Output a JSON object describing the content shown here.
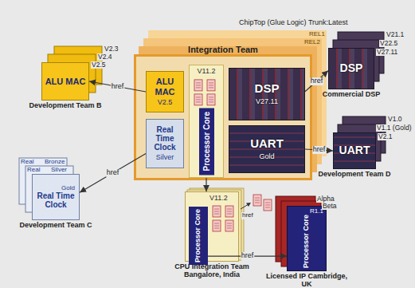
{
  "diagram": {
    "nodes": [
      {
        "text": [
          "Integration Team"
        ]
      },
      {
        "text": [
          "ALU MAC",
          "V2.5"
        ],
        "in": 0
      },
      {
        "text": [
          "Real Time Clock",
          "Silver"
        ],
        "in": 0
      },
      {
        "text": [
          "Processor Core",
          "V11.2"
        ],
        "in": 0
      },
      {
        "text": [
          "DSP",
          "V27.11"
        ],
        "in": 0
      },
      {
        "text": [
          "UART",
          "Gold"
        ],
        "in": 0
      },
      {
        "text": [
          "ALU MAC",
          "Development Team B"
        ]
      },
      {
        "text": [
          "Gold",
          "Real Time Clock",
          "Development Team C"
        ]
      },
      {
        "text": [
          "DSP",
          "Commercial DSP"
        ]
      },
      {
        "text": [
          "UART",
          "Development Team D"
        ]
      },
      {
        "text": [
          "V11.2",
          "CPU Integration Team Bangalore, India"
        ]
      },
      {
        "text": [
          "Processor Core"
        ],
        "in": 10
      },
      {
        "text": [
          "R1.1",
          "Processor Core",
          "Licensed IP Cambridge, UK"
        ]
      }
    ],
    "edges": [
      {
        "from": 1,
        "to": 6,
        "arrow": "to",
        "label": "href"
      },
      {
        "from": 2,
        "to": 7,
        "arrow": "to",
        "label": "href"
      },
      {
        "from": 4,
        "to": 8,
        "arrow": "to",
        "label": "href"
      },
      {
        "from": 5,
        "to": 9,
        "arrow": "to",
        "label": "href"
      },
      {
        "from": 3,
        "to": 10,
        "arrow": "to"
      },
      {
        "from": 11,
        "to": 12,
        "arrow": "to",
        "label": "href"
      }
    ],
    "labels": [
      "ChipTop (Glue Logic) Trunk:Latest",
      "REL1",
      "REL2",
      "V2.3",
      "V2.4",
      "V2.5",
      "Real",
      "Bronze",
      "Real",
      "Silver",
      "V21.1",
      "V22.5",
      "V27.11",
      "V1.0",
      "V1.1 (Gold)",
      "V2.1",
      "Alpha",
      "Beta",
      "href"
    ]
  }
}
